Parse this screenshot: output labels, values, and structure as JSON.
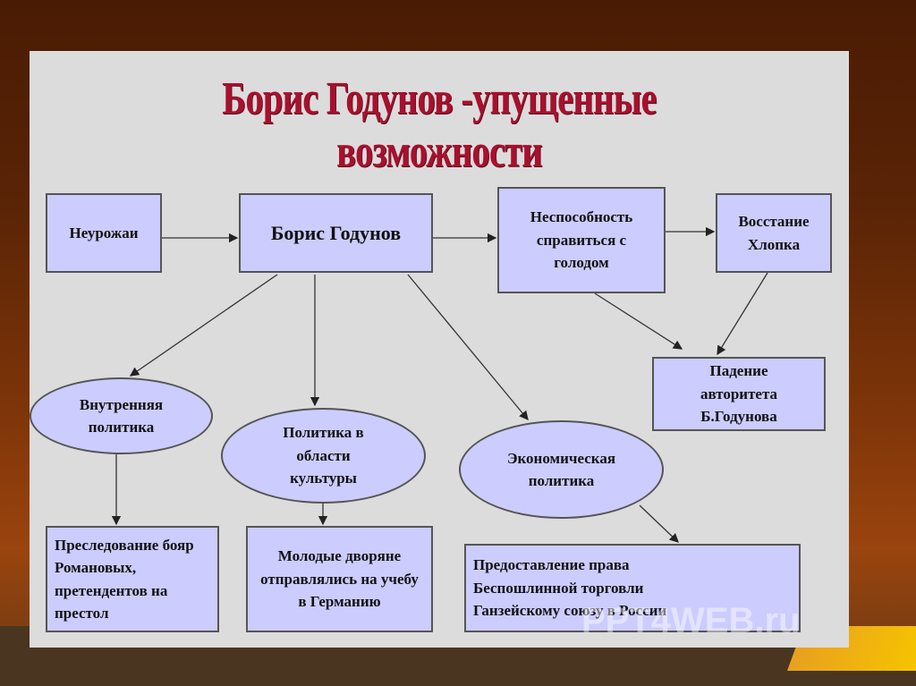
{
  "title": "Борис Годунов -упущенные возможности",
  "nodes": {
    "harvest_failures": "Неурожаи",
    "boris": "Борис Годунов",
    "inability": "Неспособность справиться с голодом",
    "uprising": "Восстание Хлопка",
    "authority_fall": "Падение авторитета Б.Годунова",
    "domestic_policy": "Внутренняя политика",
    "culture_policy": "Политика в области культуры",
    "economic_policy": "Экономическая политика",
    "persecution": "Преследование бояр Романовых, претендентов на престол",
    "nobles_study": "Молодые дворяне отправлялись на учебу в Германию",
    "trade_rights": "Предоставление права Беспошлинной торговли Ганзейскому союзу в России"
  },
  "colors": {
    "node_fill": "#ccccff",
    "title": "#a8102e"
  },
  "watermark": "PPT4WEB.ru"
}
